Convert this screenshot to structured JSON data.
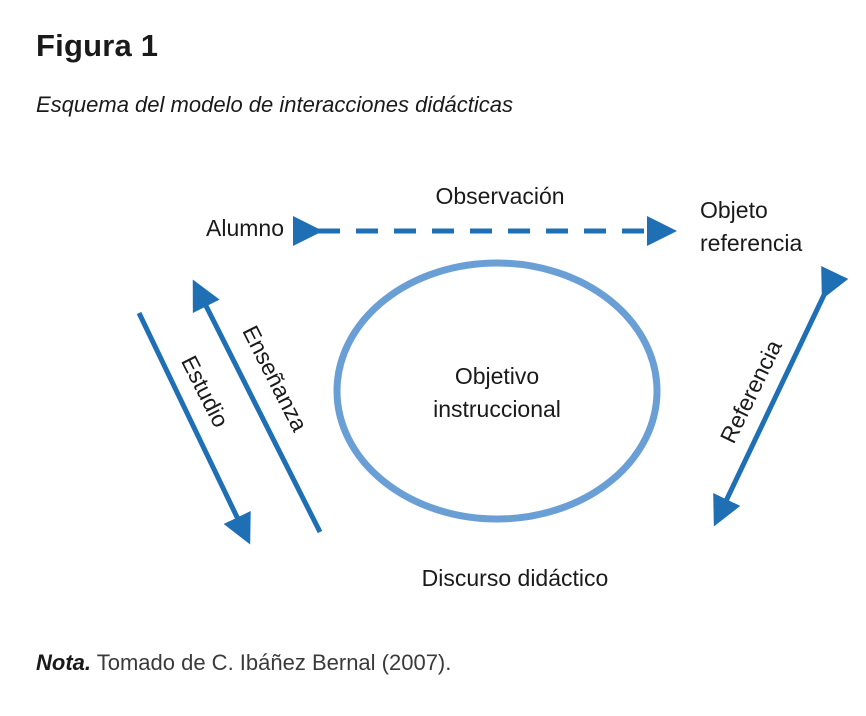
{
  "figure": {
    "label": "Figura 1",
    "title": "Esquema del modelo de interacciones didácticas"
  },
  "diagram": {
    "nodes": {
      "alumno": "Alumno",
      "objeto_line1": "Objeto",
      "objeto_line2": "referencia",
      "objetivo_line1": "Objetivo",
      "objetivo_line2": "instruccional",
      "discurso": "Discurso didáctico"
    },
    "edges": {
      "observacion": "Observación",
      "ensenanza": "Enseñanza",
      "estudio": "Estudio",
      "referencia": "Referencia"
    },
    "colors": {
      "arrow": "#1f6fb5",
      "ellipse": "#6a9fd6"
    }
  },
  "note": {
    "label": "Nota.",
    "text": " Tomado de C. Ibáñez Bernal (2007)."
  }
}
